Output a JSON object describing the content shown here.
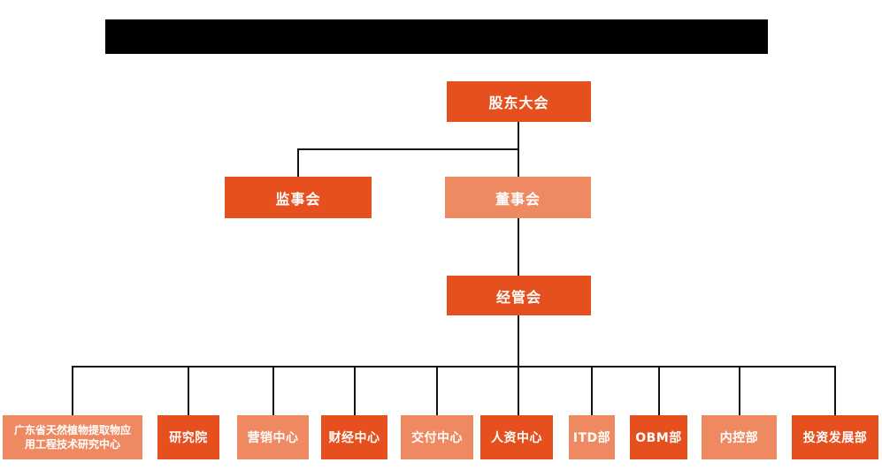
{
  "colors": {
    "primary_orange": "#E6501E",
    "light_orange": "#EF8962",
    "connector": "#141414",
    "title_bar": "#000000",
    "node_text": "#FFFFFF",
    "background": "#FFFFFF"
  },
  "org_chart": {
    "type": "org-chart",
    "nodes": {
      "shareholders_meeting": {
        "label": "股东大会",
        "level": 1,
        "tone": "primary"
      },
      "supervisory_board": {
        "label": "监事会",
        "level": 2,
        "tone": "primary"
      },
      "board_of_directors": {
        "label": "董事会",
        "level": 2,
        "tone": "light"
      },
      "management_committee": {
        "label": "经管会",
        "level": 3,
        "tone": "primary"
      },
      "research_center": {
        "label": "广东省天然植物提取物应用工程技术研究中心",
        "level": 4,
        "tone": "light"
      },
      "research_institute": {
        "label": "研究院",
        "level": 4,
        "tone": "primary"
      },
      "marketing_center": {
        "label": "营销中心",
        "level": 4,
        "tone": "light"
      },
      "finance_center": {
        "label": "财经中心",
        "level": 4,
        "tone": "primary"
      },
      "delivery_center": {
        "label": "交付中心",
        "level": 4,
        "tone": "light"
      },
      "hr_center": {
        "label": "人资中心",
        "level": 4,
        "tone": "primary"
      },
      "itd_dept": {
        "label": "ITD部",
        "level": 4,
        "tone": "light"
      },
      "obm_dept": {
        "label": "OBM部",
        "level": 4,
        "tone": "primary"
      },
      "internal_control_dept": {
        "label": "内控部",
        "level": 4,
        "tone": "light"
      },
      "investment_dev_dept": {
        "label": "投资发展部",
        "level": 4,
        "tone": "primary"
      }
    },
    "edges": [
      [
        "shareholders_meeting",
        "supervisory_board"
      ],
      [
        "shareholders_meeting",
        "board_of_directors"
      ],
      [
        "board_of_directors",
        "management_committee"
      ],
      [
        "management_committee",
        "research_center"
      ],
      [
        "management_committee",
        "research_institute"
      ],
      [
        "management_committee",
        "marketing_center"
      ],
      [
        "management_committee",
        "finance_center"
      ],
      [
        "management_committee",
        "delivery_center"
      ],
      [
        "management_committee",
        "hr_center"
      ],
      [
        "management_committee",
        "itd_dept"
      ],
      [
        "management_committee",
        "obm_dept"
      ],
      [
        "management_committee",
        "internal_control_dept"
      ],
      [
        "management_committee",
        "investment_dev_dept"
      ]
    ]
  }
}
